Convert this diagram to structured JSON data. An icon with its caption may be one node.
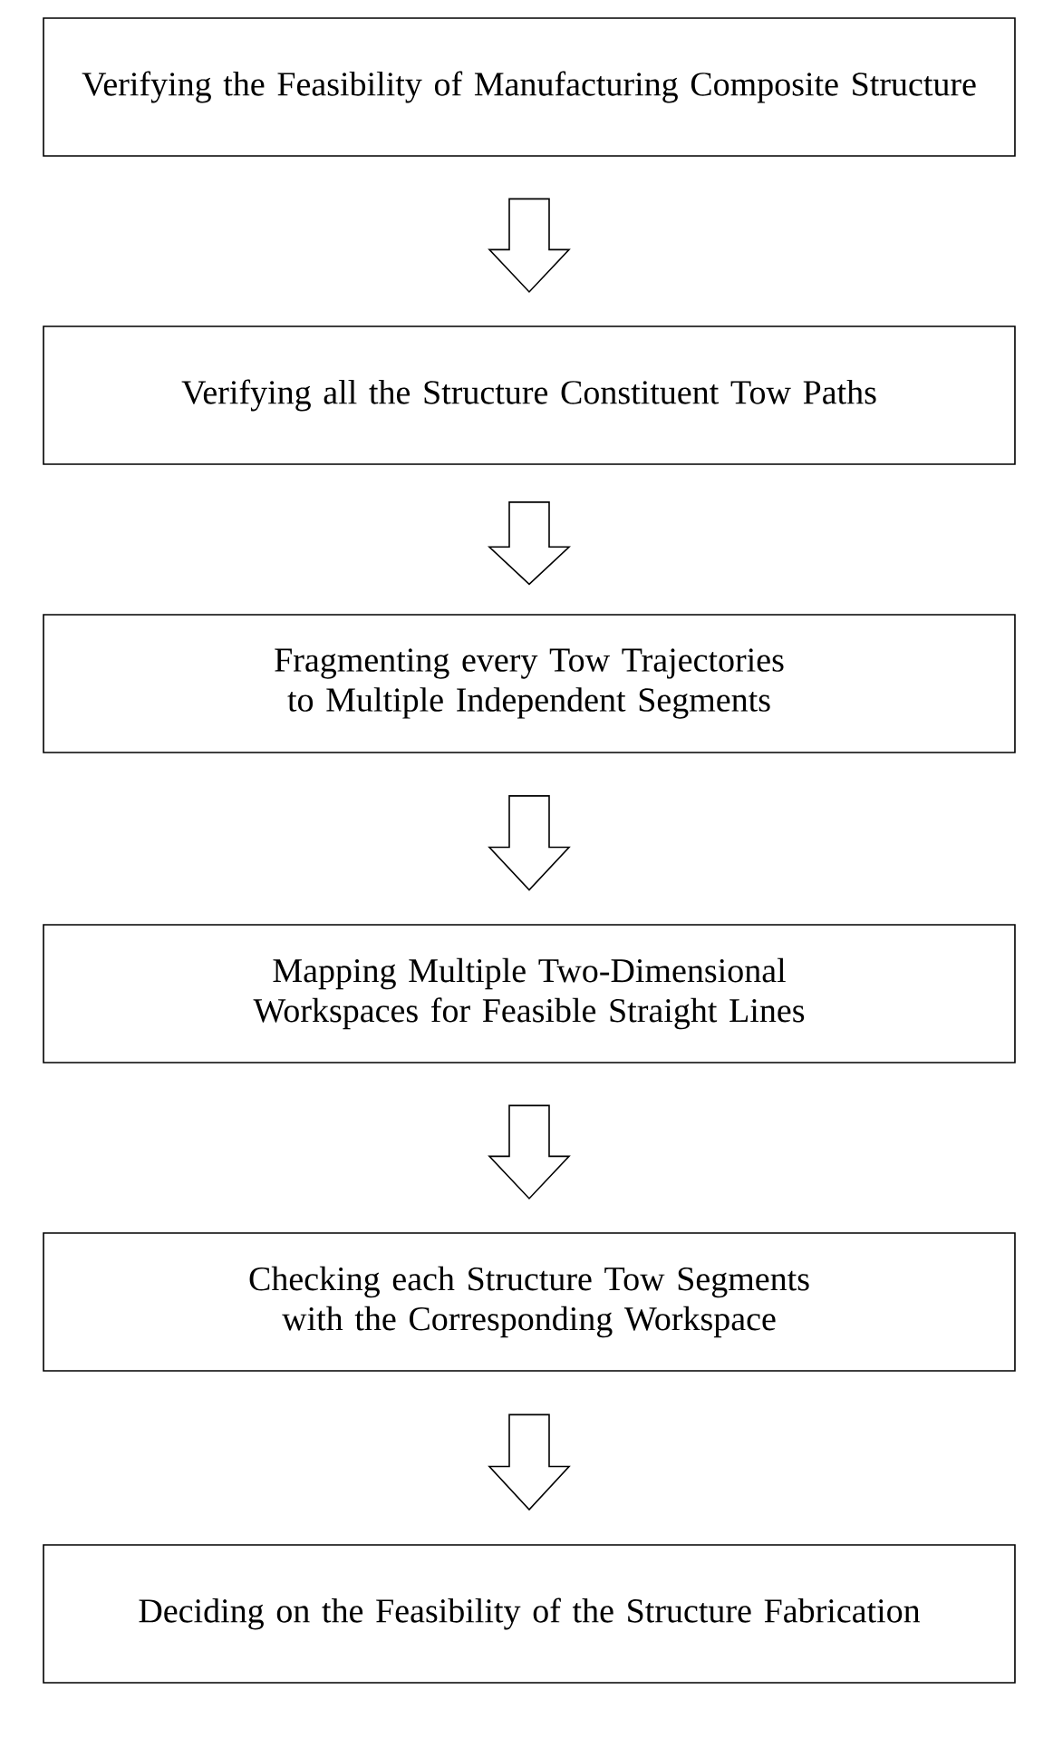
{
  "diagram": {
    "nodes": [
      {
        "text": [
          "Verifying the Feasibility of Manufacturing Composite Structure"
        ]
      },
      {
        "text": [
          "Verifying all the Structure Constituent Tow Paths"
        ]
      },
      {
        "text": [
          "Fragmenting every Tow Trajectories to Multiple Independent Segments"
        ]
      },
      {
        "text": [
          "Mapping Multiple Two-Dimensional Workspaces for Feasible Straight Lines"
        ]
      },
      {
        "text": [
          "Checking each Structure Tow Segments with the Corresponding Workspace"
        ]
      },
      {
        "text": [
          "Deciding on the Feasibility of the Structure Fabrication"
        ]
      }
    ],
    "edges": [
      {
        "from": 0,
        "to": 1,
        "arrow": "to"
      },
      {
        "from": 1,
        "to": 2,
        "arrow": "to"
      },
      {
        "from": 2,
        "to": 3,
        "arrow": "to"
      },
      {
        "from": 3,
        "to": 4,
        "arrow": "to"
      },
      {
        "from": 4,
        "to": 5,
        "arrow": "to"
      }
    ]
  }
}
